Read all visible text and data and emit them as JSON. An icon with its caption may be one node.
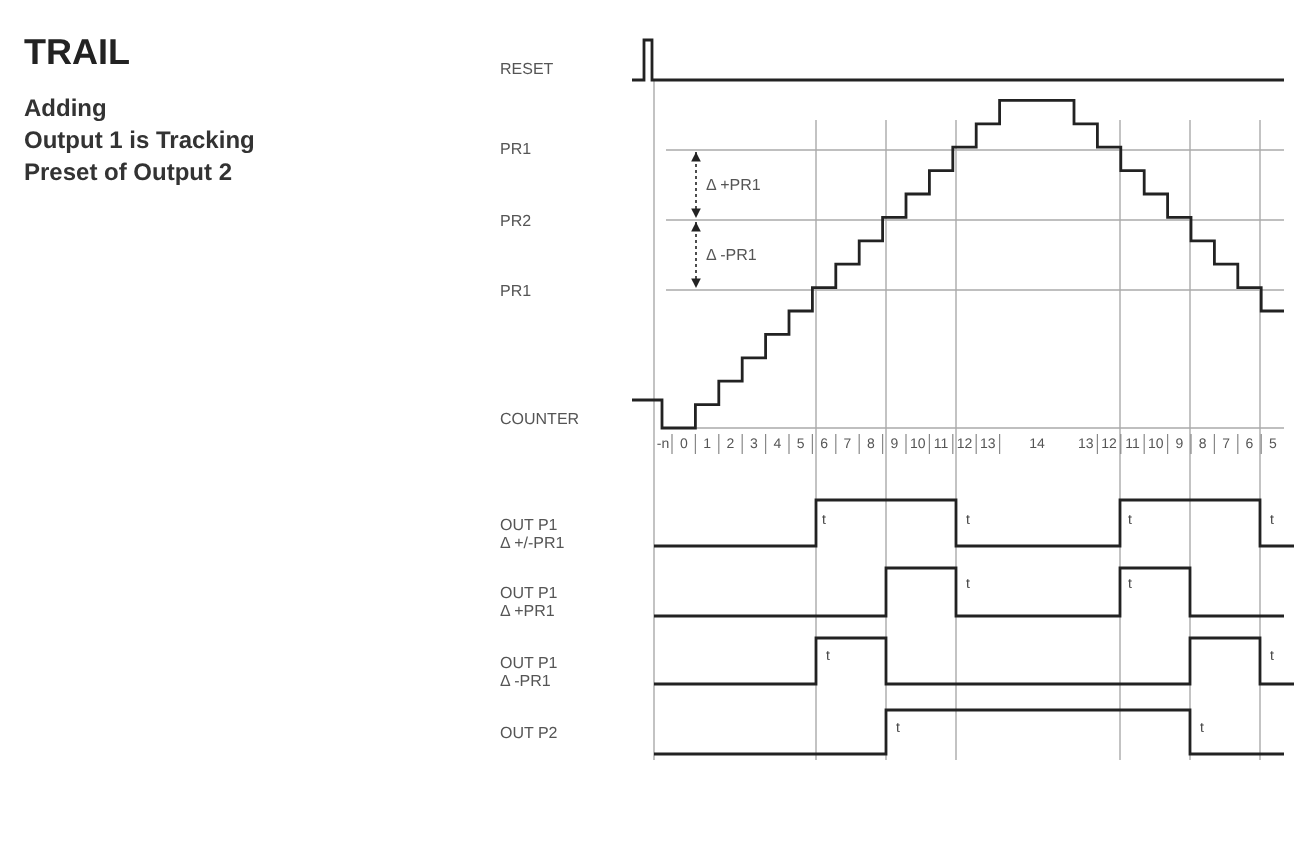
{
  "diagram": {
    "title": "TRAIL",
    "labels": [
      "Adding",
      "Output 1 is Tracking Preset of Output 2",
      "RESET",
      "PR1",
      "Δ +PR1",
      "PR2",
      "Δ -PR1",
      "PR1",
      "COUNTER",
      "-n",
      "0",
      "1",
      "2",
      "3",
      "4",
      "5",
      "6",
      "7",
      "8",
      "9",
      "10",
      "11",
      "12",
      "13",
      "14",
      "13",
      "12",
      "11",
      "10",
      "9",
      "8",
      "7",
      "6",
      "5",
      "OUT P1",
      "Δ +/-PR1",
      "t",
      "t",
      "t",
      "t",
      "OUT P1",
      "Δ +PR1",
      "t",
      "t",
      "OUT P1",
      "Δ -PR1",
      "t",
      "t",
      "OUT P2",
      "t",
      "t"
    ]
  }
}
